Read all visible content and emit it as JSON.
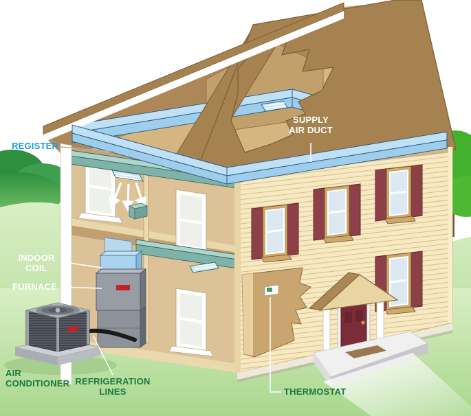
{
  "diagram": {
    "subject": "Cutaway house illustration of a central heating and cooling (HVAC) system",
    "labels": {
      "register": "REGISTER",
      "supply_air_duct": "SUPPLY\nAIR DUCT",
      "indoor_coil": "INDOOR\nCOIL",
      "furnace": "FURNACE",
      "air_conditioner": "AIR\nCONDITIONER",
      "refrigeration_lines": "REFRIGERATION\nLINES",
      "thermostat": "THERMOSTAT"
    },
    "colors": {
      "label_blue": "#1b9cd8",
      "label_green": "#1a7a3c",
      "label_white": "#ffffff",
      "duct_blue": "#bfe0f5",
      "duct_blue_side": "#9fcdec",
      "duct_teal": "#aed6cd",
      "duct_teal_side": "#7fb3a9",
      "roof_brown": "#a5824f",
      "attic_tan": "#c8a674",
      "wall_tan": "#dcc296",
      "siding_cream": "#f7e9c2",
      "shutter_maroon": "#8e4048",
      "door_maroon": "#7c2c38",
      "furnace_gray": "#989ca4",
      "coil_blue": "#a9d3ee",
      "grass_green": "#b5dc9a",
      "bush_green": "#3f9e4f",
      "logo_red": "#c22128"
    }
  }
}
